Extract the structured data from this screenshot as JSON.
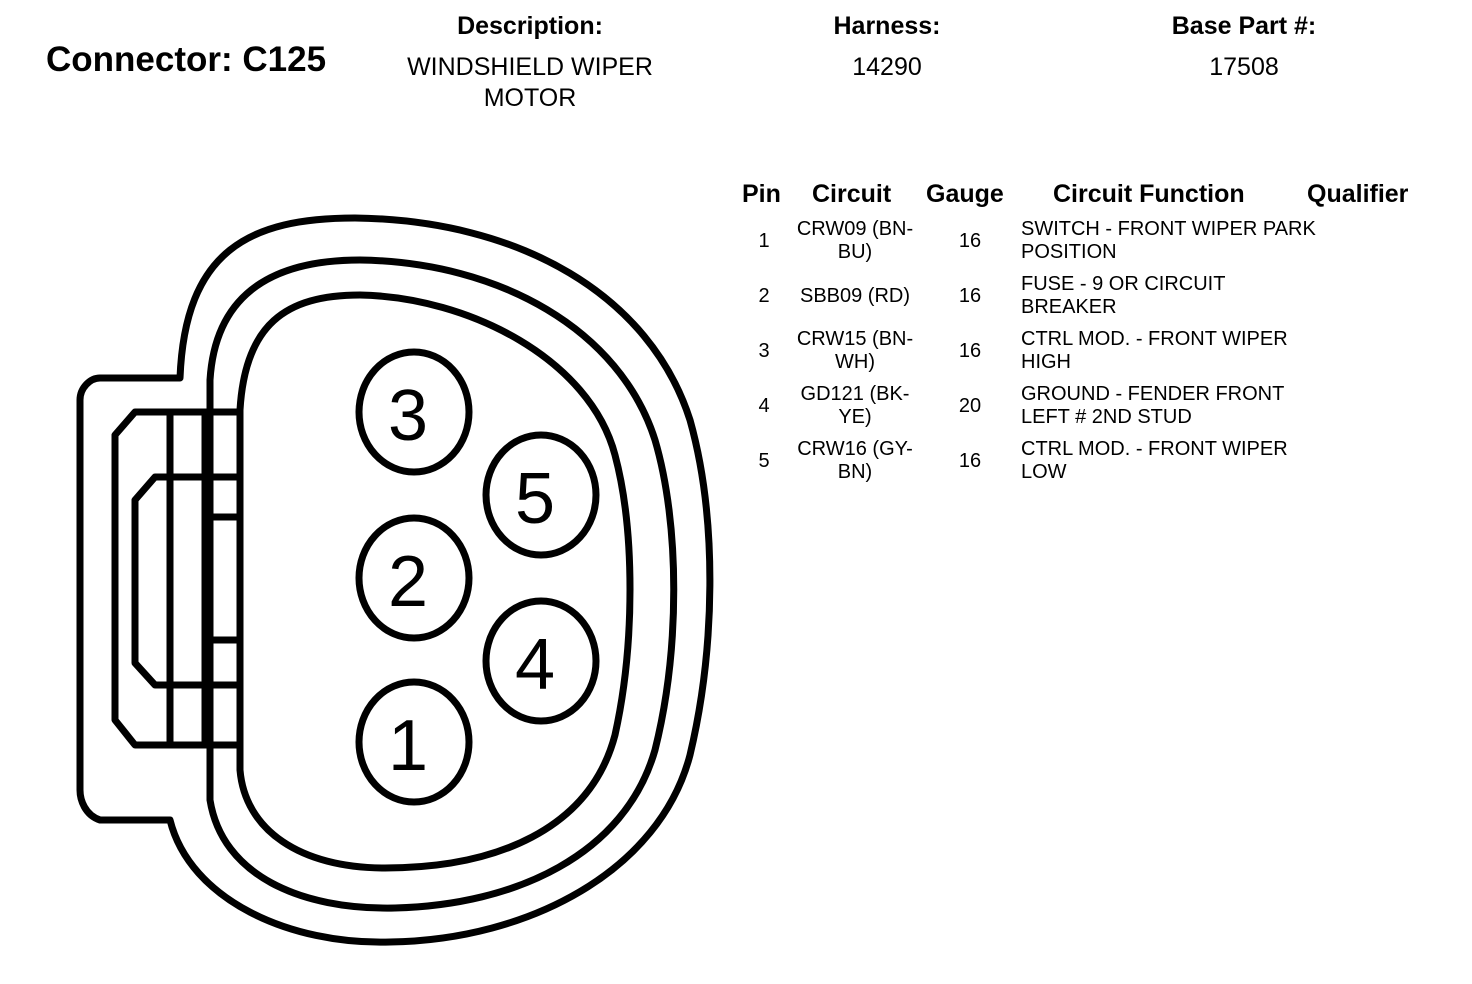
{
  "header": {
    "connector_title": "Connector: C125",
    "description_label": "Description:",
    "description_value": "WINDSHIELD WIPER MOTOR",
    "harness_label": "Harness:",
    "harness_value": "14290",
    "base_part_label": "Base Part #:",
    "base_part_value": "17508"
  },
  "table": {
    "headers": {
      "pin": "Pin",
      "circuit": "Circuit",
      "gauge": "Gauge",
      "function": "Circuit Function",
      "qualifier": "Qualifier"
    },
    "rows": [
      {
        "pin": "1",
        "circuit": "CRW09 (BN-BU)",
        "gauge": "16",
        "function": "SWITCH - FRONT WIPER PARK POSITION",
        "qualifier": ""
      },
      {
        "pin": "2",
        "circuit": "SBB09 (RD)",
        "gauge": "16",
        "function": "FUSE - 9 OR CIRCUIT BREAKER",
        "qualifier": ""
      },
      {
        "pin": "3",
        "circuit": "CRW15 (BN-WH)",
        "gauge": "16",
        "function": "CTRL MOD. - FRONT WIPER HIGH",
        "qualifier": ""
      },
      {
        "pin": "4",
        "circuit": "GD121 (BK-YE)",
        "gauge": "20",
        "function": "GROUND - FENDER FRONT LEFT # 2ND STUD",
        "qualifier": ""
      },
      {
        "pin": "5",
        "circuit": "CRW16 (GY-BN)",
        "gauge": "16",
        "function": "CTRL MOD. - FRONT WIPER LOW",
        "qualifier": ""
      }
    ]
  },
  "connector_drawing": {
    "pin_labels": [
      "1",
      "2",
      "3",
      "4",
      "5"
    ]
  }
}
